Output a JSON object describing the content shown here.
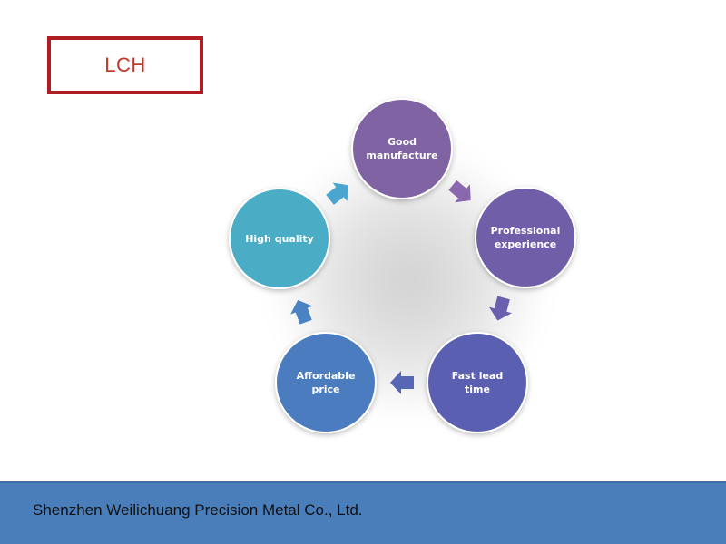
{
  "logo": {
    "text": "LCH",
    "border_color": "#b01d23",
    "text_color": "#c0392b"
  },
  "cycle": {
    "nodes": [
      {
        "line1": "Good",
        "line2": "manufacture",
        "color": "#8064a2"
      },
      {
        "line1": "Professional",
        "line2": "experience",
        "color": "#6f5fa8"
      },
      {
        "line1": "Fast lead",
        "line2": "time",
        "color": "#5a5fb2"
      },
      {
        "line1": "Affordable",
        "line2": "price",
        "color": "#4b7bbf"
      },
      {
        "line1": "High quality",
        "line2": "",
        "color": "#4bacc6"
      }
    ],
    "arrow_colors": [
      "#8a68ad",
      "#6a5fae",
      "#5866b6",
      "#4b82c2",
      "#4aa6cf"
    ]
  },
  "footer": {
    "company": "Shenzhen Weilichuang Precision Metal Co., Ltd.",
    "bar_color": "#4a7ebb"
  }
}
